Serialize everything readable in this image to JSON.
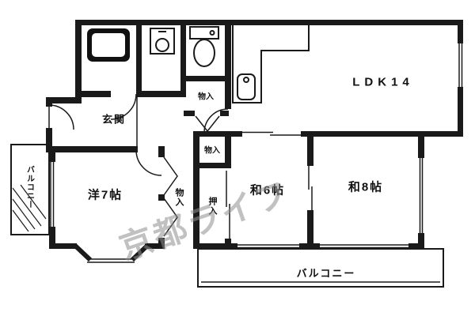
{
  "floorplan": {
    "labels": {
      "genkan": "玄関",
      "ldk": "LDK14",
      "western_room": "洋7帖",
      "japanese_room_6": "和6帖",
      "japanese_room_8": "和8帖",
      "closet_hall_top": "物入",
      "closet_inner": "物入",
      "closet_west": "物入",
      "oshiire": "押入",
      "balcony_left": "バルコニー",
      "balcony_bottom": "バルコニー"
    },
    "watermark": "京都ライフ",
    "colors": {
      "wall": "#1a1a1a",
      "background": "#ffffff",
      "watermark": "#8f8f8f"
    },
    "fixtures": [
      "bathtub",
      "washbasin",
      "toilet",
      "kitchen-sink"
    ]
  }
}
